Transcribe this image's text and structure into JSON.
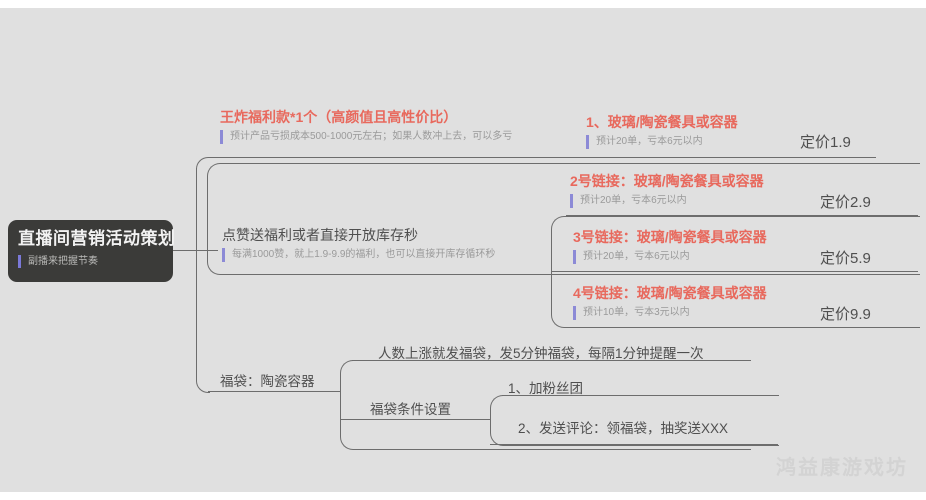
{
  "canvas": {
    "background": "#e0e0e0",
    "line_color": "#6d6d6d"
  },
  "colors": {
    "root_bg": "#3b3b39",
    "root_text": "#f2f2f2",
    "accent_red": "#e8695d",
    "note_bar": "#8c8ad6",
    "body_text": "#4f4f4f",
    "note_text": "#9a9a9a",
    "watermark": "#d3d3d3"
  },
  "root": {
    "title": "直播间营销活动策划",
    "subtitle": "副播来把握节奏"
  },
  "branches": {
    "welfare": {
      "title": "王炸福利款*1个（高颜值且高性价比）",
      "note": "预计产品亏损成本500-1000元左右；如果人数冲上去，可以多亏"
    },
    "like_reward": {
      "title": "点赞送福利或者直接开放库存秒",
      "note": "每满1000赞，就上1.9-9.9的福利，也可以直接开库存循环秒"
    },
    "lucky_bag": {
      "title": "福袋：陶瓷容器"
    }
  },
  "links": [
    {
      "title": "1、玻璃/陶瓷餐具或容器",
      "note": "预计20单，亏本6元以内",
      "price": "定价1.9"
    },
    {
      "title": "2号链接：玻璃/陶瓷餐具或容器",
      "note": "预计20单，亏本6元以内",
      "price": "定价2.9"
    },
    {
      "title": "3号链接：玻璃/陶瓷餐具或容器",
      "note": "预计20单，亏本6元以内",
      "price": "定价5.9"
    },
    {
      "title": "4号链接：玻璃/陶瓷餐具或容器",
      "note": "预计10单，亏本3元以内",
      "price": "定价9.9"
    }
  ],
  "lucky_bag_children": {
    "rule": "人数上涨就发福袋，发5分钟福袋，每隔1分钟提醒一次",
    "condition_title": "福袋条件设置",
    "conditions": [
      "1、加粉丝团",
      "2、发送评论：领福袋，抽奖送XXX"
    ]
  },
  "watermark": {
    "text": "鸿益康游戏坊"
  }
}
